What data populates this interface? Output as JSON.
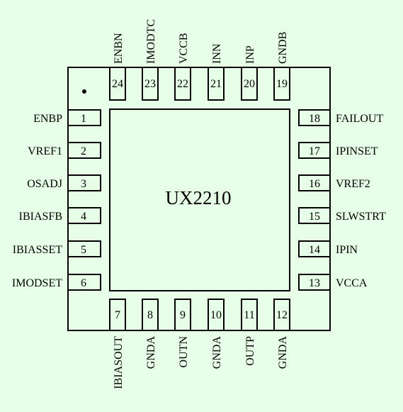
{
  "chip": {
    "part_number": "UX2210",
    "colors": {
      "background": "#e6ffe6",
      "stroke": "#000000"
    }
  },
  "pins": {
    "left": [
      {
        "number": "1",
        "name": "ENBP"
      },
      {
        "number": "2",
        "name": "VREF1"
      },
      {
        "number": "3",
        "name": "OSADJ"
      },
      {
        "number": "4",
        "name": "IBIASFB"
      },
      {
        "number": "5",
        "name": "IBIASSET"
      },
      {
        "number": "6",
        "name": "IMODSET"
      }
    ],
    "bottom": [
      {
        "number": "7",
        "name": "IBIASOUT"
      },
      {
        "number": "8",
        "name": "GNDA"
      },
      {
        "number": "9",
        "name": "OUTN"
      },
      {
        "number": "10",
        "name": "GNDA"
      },
      {
        "number": "11",
        "name": "OUTP"
      },
      {
        "number": "12",
        "name": "GNDA"
      }
    ],
    "right": [
      {
        "number": "13",
        "name": "VCCA"
      },
      {
        "number": "14",
        "name": "IPIN"
      },
      {
        "number": "15",
        "name": "SLWSTRT"
      },
      {
        "number": "16",
        "name": "VREF2"
      },
      {
        "number": "17",
        "name": "IPINSET"
      },
      {
        "number": "18",
        "name": "FAILOUT"
      }
    ],
    "top": [
      {
        "number": "19",
        "name": "GNDB"
      },
      {
        "number": "20",
        "name": "INP"
      },
      {
        "number": "21",
        "name": "INN"
      },
      {
        "number": "22",
        "name": "VCCB"
      },
      {
        "number": "23",
        "name": "IMODTC"
      },
      {
        "number": "24",
        "name": "ENBN"
      }
    ]
  }
}
